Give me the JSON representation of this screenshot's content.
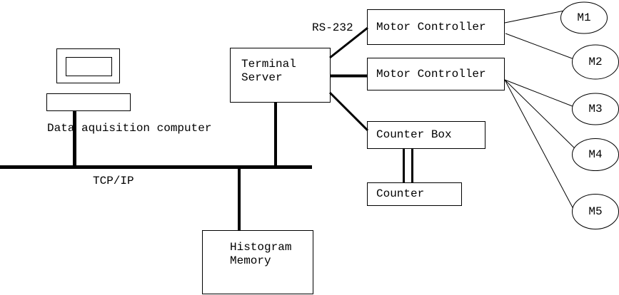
{
  "diagram": {
    "labels": {
      "data_acquisition": "Data aquisition computer",
      "tcp_ip": "TCP/IP",
      "rs_232": "RS-232"
    },
    "nodes": {
      "terminal_server": "Terminal\nServer",
      "motor_controller_1": "Motor Controller",
      "motor_controller_2": "Motor Controller",
      "counter_box": "Counter Box",
      "counter": "Counter",
      "histogram_memory": "Histogram\nMemory"
    },
    "motors": [
      "M1",
      "M2",
      "M3",
      "M4",
      "M5"
    ],
    "colors": {
      "line": "#000000",
      "background": "#ffffff"
    }
  }
}
